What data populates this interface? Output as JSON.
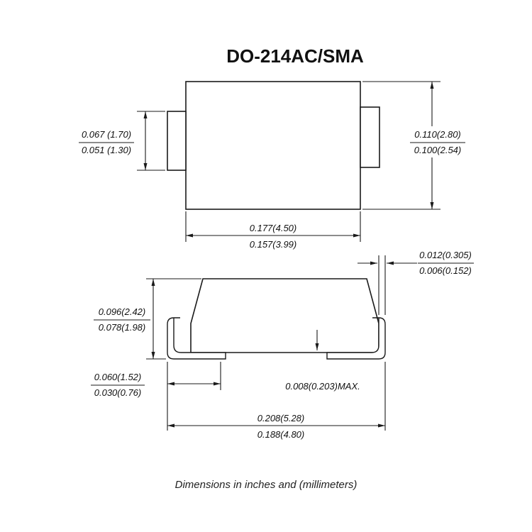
{
  "title": "DO-214AC/SMA",
  "footer": "Dimensions in inches and (millimeters)",
  "colors": {
    "ink": "#1a1a1a",
    "background": "#ffffff"
  },
  "top_view": {
    "lead_width": {
      "top": "0.067 (1.70)",
      "bottom": "0.051 (1.30)"
    },
    "body_height": {
      "top": "0.110(2.80)",
      "bottom": "0.100(2.54)"
    },
    "body_width": {
      "top": "0.177(4.50)",
      "bottom": "0.157(3.99)"
    }
  },
  "side_view": {
    "lead_thickness": {
      "top": "0.012(0.305)",
      "bottom": "0.006(0.152)"
    },
    "body_height": {
      "top": "0.096(2.42)",
      "bottom": "0.078(1.98)"
    },
    "foot_length": {
      "top": "0.060(1.52)",
      "bottom": "0.030(0.76)"
    },
    "standoff_max": "0.008(0.203)MAX.",
    "overall_width": {
      "top": "0.208(5.28)",
      "bottom": "0.188(4.80)"
    }
  }
}
